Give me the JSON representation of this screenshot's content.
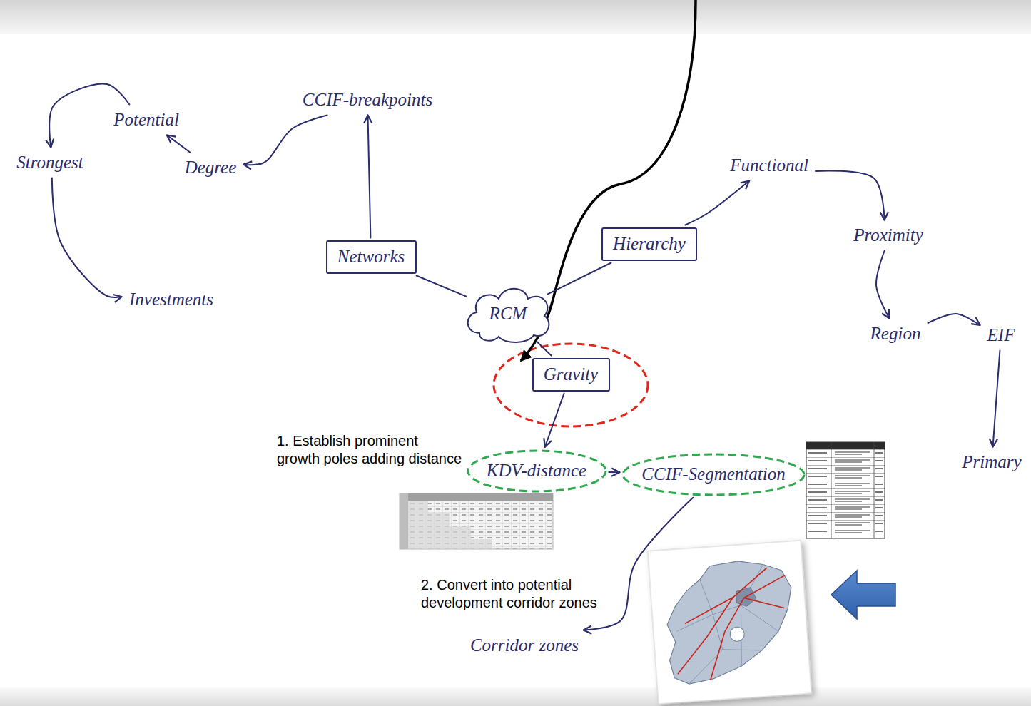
{
  "diagram": {
    "nodes": [
      {
        "text": [
          "Potential"
        ]
      },
      {
        "text": [
          "CCIF-breakpoints"
        ]
      },
      {
        "text": [
          "Strongest"
        ]
      },
      {
        "text": [
          "Degree"
        ]
      },
      {
        "text": [
          "Networks"
        ]
      },
      {
        "text": [
          "Hierarchy"
        ]
      },
      {
        "text": [
          "Functional"
        ]
      },
      {
        "text": [
          "RCM"
        ]
      },
      {
        "text": [
          "Proximity"
        ]
      },
      {
        "text": [
          "Investments"
        ]
      },
      {
        "text": [
          "Region"
        ]
      },
      {
        "text": [
          "EIF"
        ]
      },
      {
        "text": [
          "Gravity"
        ]
      },
      {
        "text": [
          "Primary"
        ]
      },
      {
        "text": [
          "KDV-distance"
        ]
      },
      {
        "text": [
          "CCIF-Segmentation"
        ]
      },
      {
        "text": [
          "Corridor zones"
        ]
      }
    ],
    "edges": [
      {
        "from": 4,
        "to": 1,
        "arrow": "to"
      },
      {
        "from": 1,
        "to": 3,
        "arrow": "to"
      },
      {
        "from": 3,
        "to": 0,
        "arrow": "to"
      },
      {
        "from": 0,
        "to": 2,
        "arrow": "to"
      },
      {
        "from": 2,
        "to": 9,
        "arrow": "to"
      },
      {
        "from": 7,
        "to": 4,
        "arrow": "none"
      },
      {
        "from": 7,
        "to": 5,
        "arrow": "none"
      },
      {
        "from": 5,
        "to": 6,
        "arrow": "to"
      },
      {
        "from": 6,
        "to": 8,
        "arrow": "to"
      },
      {
        "from": 8,
        "to": 10,
        "arrow": "to"
      },
      {
        "from": 10,
        "to": 11,
        "arrow": "to"
      },
      {
        "from": 11,
        "to": 13,
        "arrow": "to"
      },
      {
        "from": 7,
        "to": 12,
        "arrow": "none"
      },
      {
        "from": 12,
        "to": 14,
        "arrow": "to"
      },
      {
        "from": 14,
        "to": 15,
        "arrow": "to"
      },
      {
        "from": 15,
        "to": 16,
        "arrow": "to"
      }
    ],
    "labels": [
      "1. Establish prominent growth poles adding distance",
      "2. Convert into potential development corridor zones"
    ]
  }
}
